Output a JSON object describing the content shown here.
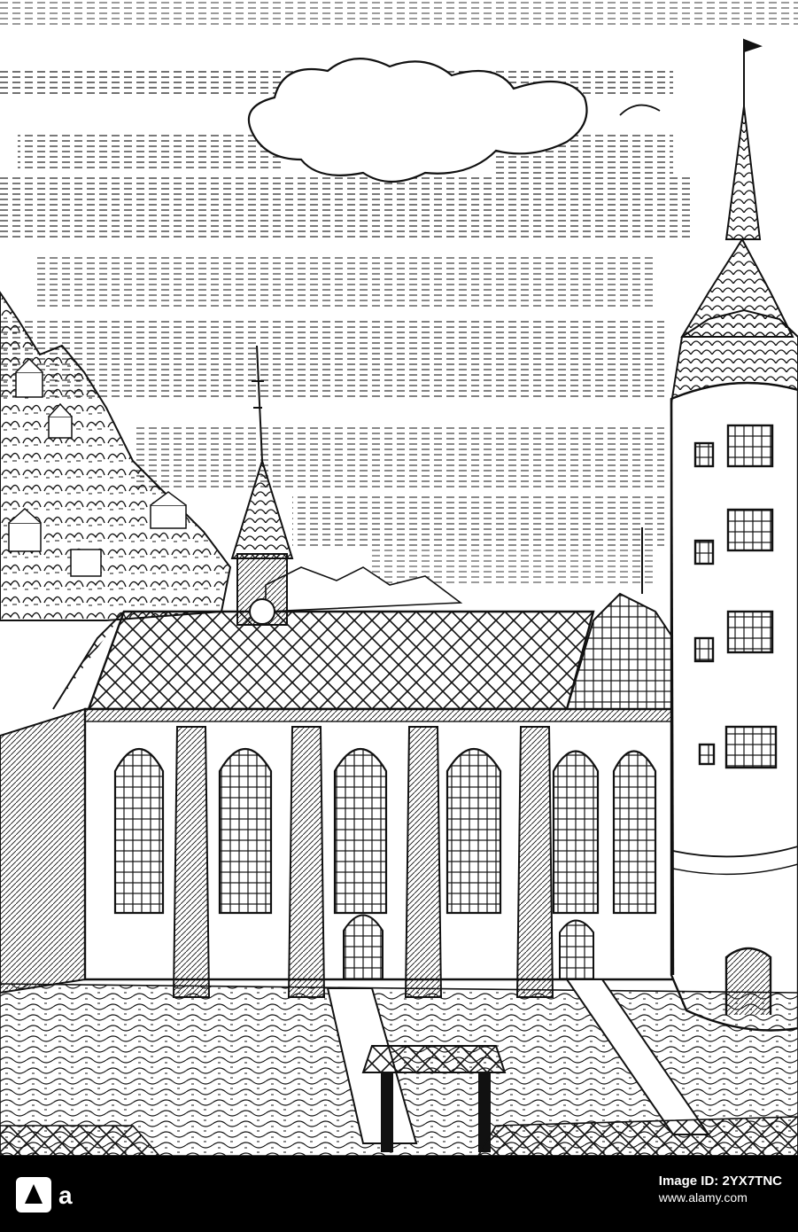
{
  "image": {
    "subject": "Woodcut of Gothic church with round castle tower"
  },
  "watermark": {
    "brand": "alamy",
    "image_id_label": "Image ID: 2YX7TNC",
    "site": "www.alamy.com"
  },
  "colors": {
    "ink": "#111111",
    "paper": "#ffffff",
    "footer": "#000000"
  }
}
